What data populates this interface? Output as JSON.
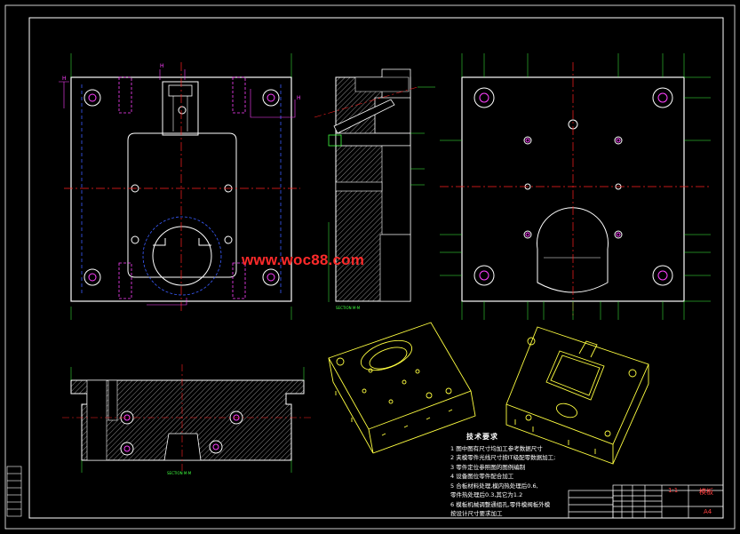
{
  "watermark": "www.woc88.com",
  "technical_requirements": {
    "title": "技术要求",
    "lines": [
      "1  图中图有尺寸均加工参考数据尺寸",
      "2  夹模零件光线尺寸按IT级配零数据加工;",
      "3  零件定位参照图的图例编制",
      "4  设备图位零件配合加工",
      "5  合板材料处理,模内热处理后0.6,",
      "    零件热处理后0.3,其它为1.2",
      "6  模板机械调整通组孔,零件模阀板外模",
      "    按设计尺寸要求加工"
    ]
  },
  "title_block": {
    "drawing_title": "模板",
    "sheet_size": "A4",
    "scale": "1:1"
  },
  "colors": {
    "background": "#000000",
    "outline": "#ffffff",
    "centerline": "#ff2020",
    "dimension": "#ff40ff",
    "hidden": "#3a5cff",
    "hatch": "#9a9a9a",
    "iso": "#ffff40",
    "cyan": "#40ffff",
    "green": "#40ff40",
    "watermark": "#ff2a2a"
  }
}
